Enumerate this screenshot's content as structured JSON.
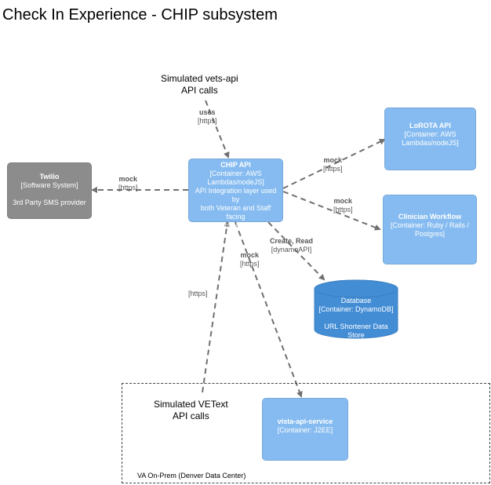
{
  "title": "Check In Experience - CHIP subsystem",
  "actors": {
    "vets_api": "Simulated vets-api\nAPI calls",
    "vetext": "Simulated VEText\nAPI calls"
  },
  "nodes": {
    "chip_api": {
      "name": "CHIP API",
      "tech": "[Container: AWS\nLambdas/nodeJS]",
      "desc": "API Integration layer used by\nboth Veteran and Staff facing\napplications"
    },
    "twilio": {
      "name": "Twilio",
      "tech": "[Software System]",
      "desc": "3rd Party SMS provider"
    },
    "lorota_api": {
      "name": "LoROTA API",
      "tech": "[Container: AWS\nLambdas/nodeJS]"
    },
    "clinician_workflow": {
      "name": "Clinician Workflow",
      "tech": "[Container: Ruby / Rails /\nPostgres]"
    },
    "database": {
      "name": "Database",
      "tech": "[Container: DynamoDB]",
      "desc": "URL Shortener Data\nStore"
    },
    "vista_api_service": {
      "name": "vista-api-service",
      "tech": "[Container: J2EE]"
    }
  },
  "boundary": {
    "label": "VA On-Prem (Denver Data Center)"
  },
  "edges": {
    "uses": {
      "verb": "uses",
      "tech": "[https]"
    },
    "twilio": {
      "verb": "mock",
      "tech": "[https]"
    },
    "lorota": {
      "verb": "mock",
      "tech": "[https]"
    },
    "clinician": {
      "verb": "mock",
      "tech": "[https]"
    },
    "database": {
      "verb": "Create, Read",
      "tech": "[dynamoAPI]"
    },
    "vista": {
      "verb": "mock",
      "tech": "[https]"
    },
    "vetext": {
      "tech": "[https]"
    }
  },
  "colors": {
    "container": "#85bbf0",
    "external": "#8c8c8c",
    "database": "#438dd5",
    "edge": "#707070"
  }
}
